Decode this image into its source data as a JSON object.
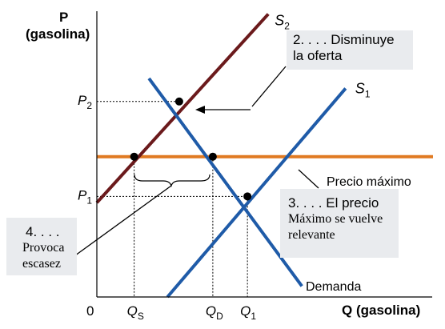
{
  "chart_data": {
    "type": "line",
    "title": "",
    "ylabel": "P",
    "ylabel_unit": "(gasolina)",
    "xlabel": "Q (gasolina)",
    "origin_label": "0",
    "xlim": [
      0,
      10
    ],
    "ylim": [
      0,
      10
    ],
    "grid": false,
    "y_ticks": [
      {
        "label": "P",
        "sub": "2",
        "value": 6.84
      },
      {
        "label": "P",
        "sub": "1",
        "value": 3.52
      }
    ],
    "x_ticks": [
      {
        "label": "Q",
        "sub": "S",
        "value": 1.11
      },
      {
        "label": "Q",
        "sub": "D",
        "value": 3.45
      },
      {
        "label": "Q",
        "sub": "1",
        "value": 4.48
      }
    ],
    "series": [
      {
        "name": "S",
        "sub": "2",
        "color": "#6b1a1c",
        "points": [
          [
            0,
            3.3
          ],
          [
            5.1,
            9.9
          ]
        ]
      },
      {
        "name": "S",
        "sub": "1",
        "color": "#1f5ba8",
        "points": [
          [
            2.1,
            0
          ],
          [
            7.4,
            7.3
          ]
        ]
      },
      {
        "name": "Demanda",
        "color": "#1f5ba8",
        "points": [
          [
            1.55,
            7.65
          ],
          [
            6.1,
            0.38
          ]
        ]
      },
      {
        "name": "Precio máximo",
        "color": "#e07a22",
        "points": [
          [
            0,
            4.91
          ],
          [
            10,
            4.91
          ]
        ]
      }
    ],
    "points": [
      {
        "x": 2.45,
        "y": 6.84
      },
      {
        "x": 1.11,
        "y": 4.91
      },
      {
        "x": 3.45,
        "y": 4.91
      },
      {
        "x": 4.48,
        "y": 3.52
      }
    ],
    "annotations": [
      {
        "id": "a2",
        "lines": [
          "2. . . . Disminuye",
          "la oferta"
        ]
      },
      {
        "id": "a3",
        "lines": [
          "3. . . . El precio",
          "Máximo  se vuelve",
          "relevante"
        ]
      },
      {
        "id": "a4",
        "lines": [
          "4. . . .",
          "Provoca",
          "escasez"
        ]
      }
    ]
  }
}
